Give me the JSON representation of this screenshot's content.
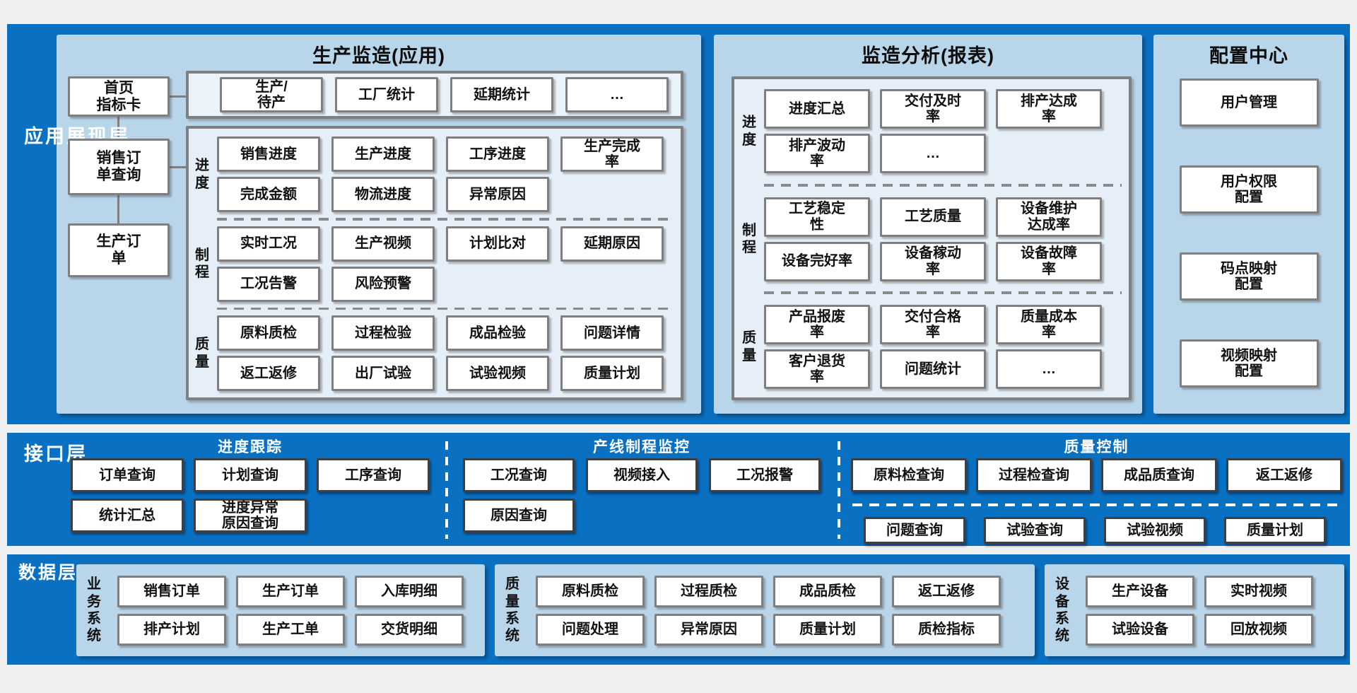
{
  "colors": {
    "layer_bg": "#0a70c2",
    "panel_bg": "#b9d5ea",
    "inner_bg": "#e6eff8",
    "box_border_gray": "#7f7f7f",
    "box_border_dark": "#3f3f3f",
    "page_bg": "#f0f0f0"
  },
  "app_layer": {
    "label": "应用展现层",
    "production_app": {
      "title": "生产监造(应用)",
      "nav_boxes": [
        "首页\n指标卡",
        "销售订\n单查询",
        "生产订\n单"
      ],
      "overview_row": [
        "生产/\n待产",
        "工厂统计",
        "延期统计",
        "…"
      ],
      "groups": [
        {
          "label": "进度",
          "rows": [
            [
              "销售进度",
              "生产进度",
              "工序进度",
              "生产完成\n率"
            ],
            [
              "完成金额",
              "物流进度",
              "异常原因"
            ]
          ]
        },
        {
          "label": "制程",
          "rows": [
            [
              "实时工况",
              "生产视频",
              "计划比对",
              "延期原因"
            ],
            [
              "工况告警",
              "风险预警"
            ]
          ]
        },
        {
          "label": "质量",
          "rows": [
            [
              "原料质检",
              "过程检验",
              "成品检验",
              "问题详情"
            ],
            [
              "返工返修",
              "出厂试验",
              "试验视频",
              "质量计划"
            ]
          ]
        }
      ]
    },
    "analysis_report": {
      "title": "监造分析(报表)",
      "groups": [
        {
          "label": "进度",
          "rows": [
            [
              "进度汇总",
              "交付及时\n率",
              "排产达成\n率"
            ],
            [
              "排产波动\n率",
              "…"
            ]
          ]
        },
        {
          "label": "制程",
          "rows": [
            [
              "工艺稳定\n性",
              "工艺质量",
              "设备维护\n达成率"
            ],
            [
              "设备完好率",
              "设备稼动\n率",
              "设备故障\n率"
            ]
          ]
        },
        {
          "label": "质量",
          "rows": [
            [
              "产品报废\n率",
              "交付合格\n率",
              "质量成本\n率"
            ],
            [
              "客户退货\n率",
              "问题统计",
              "…"
            ]
          ]
        }
      ]
    },
    "config_center": {
      "title": "配置中心",
      "items": [
        "用户管理",
        "用户权限\n配置",
        "码点映射\n配置",
        "视频映射\n配置"
      ]
    }
  },
  "interface_layer": {
    "label": "接口层",
    "groups": [
      {
        "title": "进度跟踪",
        "rows": [
          [
            "订单查询",
            "计划查询",
            "工序查询"
          ],
          [
            "统计汇总",
            "进度异常\n原因查询"
          ]
        ]
      },
      {
        "title": "产线制程监控",
        "rows": [
          [
            "工况查询",
            "视频接入",
            "工况报警"
          ],
          [
            "原因查询"
          ]
        ]
      },
      {
        "title": "质量控制",
        "rows": [
          [
            "原料检查询",
            "过程检查询",
            "成品质查询",
            "返工返修"
          ],
          [
            "问题查询",
            "试验查询",
            "试验视频",
            "质量计划"
          ]
        ]
      }
    ]
  },
  "data_layer": {
    "label": "数据层",
    "systems": [
      {
        "label": "业务系统",
        "rows": [
          [
            "销售订单",
            "生产订单",
            "入库明细"
          ],
          [
            "排产计划",
            "生产工单",
            "交货明细"
          ]
        ]
      },
      {
        "label": "质量系统",
        "rows": [
          [
            "原料质检",
            "过程质检",
            "成品质检",
            "返工返修"
          ],
          [
            "问题处理",
            "异常原因",
            "质量计划",
            "质检指标"
          ]
        ]
      },
      {
        "label": "设备系统",
        "rows": [
          [
            "生产设备",
            "实时视频"
          ],
          [
            "试验设备",
            "回放视频"
          ]
        ]
      }
    ]
  }
}
